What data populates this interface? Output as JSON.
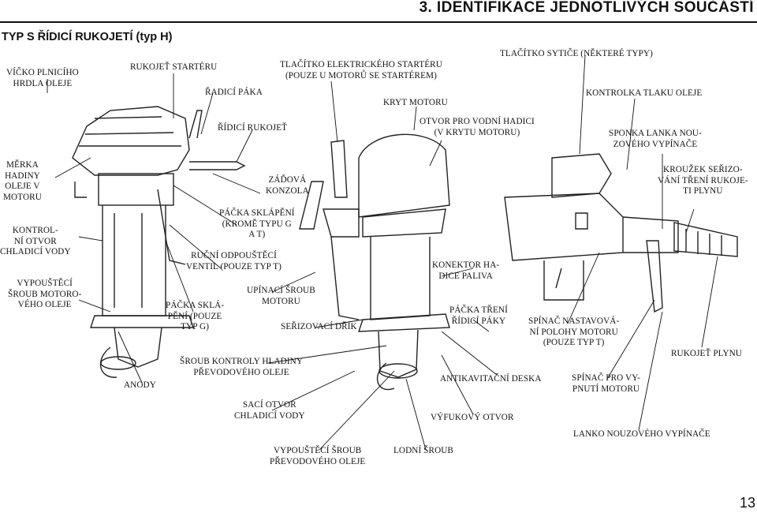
{
  "header": {
    "chapter_title": "3. IDENTIFIKACE JEDNOTLIVÝCH SOUČÁSTÍ",
    "section_title": "TYP S ŘÍDICÍ RUKOJETÍ (typ H)"
  },
  "labels": {
    "oil_filler_cap": [
      "VÍČKO PLNICÍHO",
      "HRDLA OLEJE"
    ],
    "starter_grip": [
      "RUKOJEŤ STARTÉRU"
    ],
    "shift_lever": [
      "ŘADICÍ PÁKA"
    ],
    "tiller_handle": [
      "ŘÍDICÍ RUKOJEŤ"
    ],
    "starter_button": [
      "TLAČÍTKO ELEKTRICKÉHO STARTÉRU",
      "(POUZE U MOTORŮ SE STARTÉREM)"
    ],
    "engine_cover": [
      "KRYT MOTORU"
    ],
    "choke_knob": [
      "TLAČÍTKO SYTIČE (NĚKTERÉ TYPY)"
    ],
    "oil_pressure_indicator": [
      "KONTROLKA TLAKU OLEJE"
    ],
    "flush_port": [
      "OTVOR PRO VODNÍ HADICI",
      "(V KRYTU MOTORU)"
    ],
    "emergency_clip": [
      "SPONKA LANKA NOU-",
      "ZOVÉHO VYPÍNAČE"
    ],
    "oil_dipstick": [
      "MĚRKA",
      "HADINY",
      "OLEJE V",
      "MOTORU"
    ],
    "stern_bracket": [
      "ZÁĎOVÁ",
      "KONZOLA"
    ],
    "throttle_friction": [
      "KROUŽEK SEŘIZO-",
      "VÁNÍ TŘENÍ RUKOJE-",
      "TI PLYNU"
    ],
    "tilt_lever": [
      "PÁČKA SKLÁPĚNÍ",
      "(KROMĚ TYPU G",
      "A T)"
    ],
    "check_hole": [
      "KONTROL-",
      "NÍ OTVOR",
      "CHLADICÍ VODY"
    ],
    "manual_relief": [
      "RUČNÍ ODPOUŠTĚCÍ",
      "VENTIL (POUZE TYP T)"
    ],
    "fuel_connector": [
      "KONEKTOR HA-",
      "DICE PALIVA"
    ],
    "engine_oil_drain": [
      "VYPOUŠTĚCÍ",
      "ŠROUB MOTORO-",
      "VÉHO OLEJE"
    ],
    "clamp_screw": [
      "UPÍNACÍ ŠROUB",
      "MOTORU"
    ],
    "tilt_lever_g": [
      "PÁČKA SKLÁ-",
      "PĚNÍ (POUZE",
      "TYP G)"
    ],
    "steering_friction": [
      "PÁČKA TŘENÍ",
      "ŘÍDICÍ PÁKY"
    ],
    "trim_switch": [
      "SPÍNAČ NASTAVOVÁ-",
      "NÍ POLOHY MOTORU",
      "(POUZE TYP T)"
    ],
    "adjust_rod": [
      "SEŘIZOVACÍ DŘÍK"
    ],
    "throttle_grip": [
      "RUKOJEŤ PLYNU"
    ],
    "gear_oil_level": [
      "ŠROUB KONTROLY HLADINY",
      "PŘEVODOVÉHO OLEJE"
    ],
    "anode": [
      "ANODY"
    ],
    "anti_cavitation": [
      "ANTIKAVITAČNÍ DESKA"
    ],
    "stop_switch": [
      "SPÍNAČ PRO VY-",
      "PNUTÍ MOTORU"
    ],
    "water_intake": [
      "SACÍ OTVOR",
      "CHLADICÍ VODY"
    ],
    "exhaust": [
      "VÝFUKOVÝ OTVOR"
    ],
    "emergency_lanyard": [
      "LANKO NOUZOVÉHO VYPÍNAČE"
    ],
    "gear_oil_drain": [
      "VYPOUŠTĚCÍ ŠROUB",
      "PŘEVODOVÉHO OLEJE"
    ],
    "propeller": [
      "LODNÍ ŠROUB"
    ]
  },
  "page_number": "13"
}
